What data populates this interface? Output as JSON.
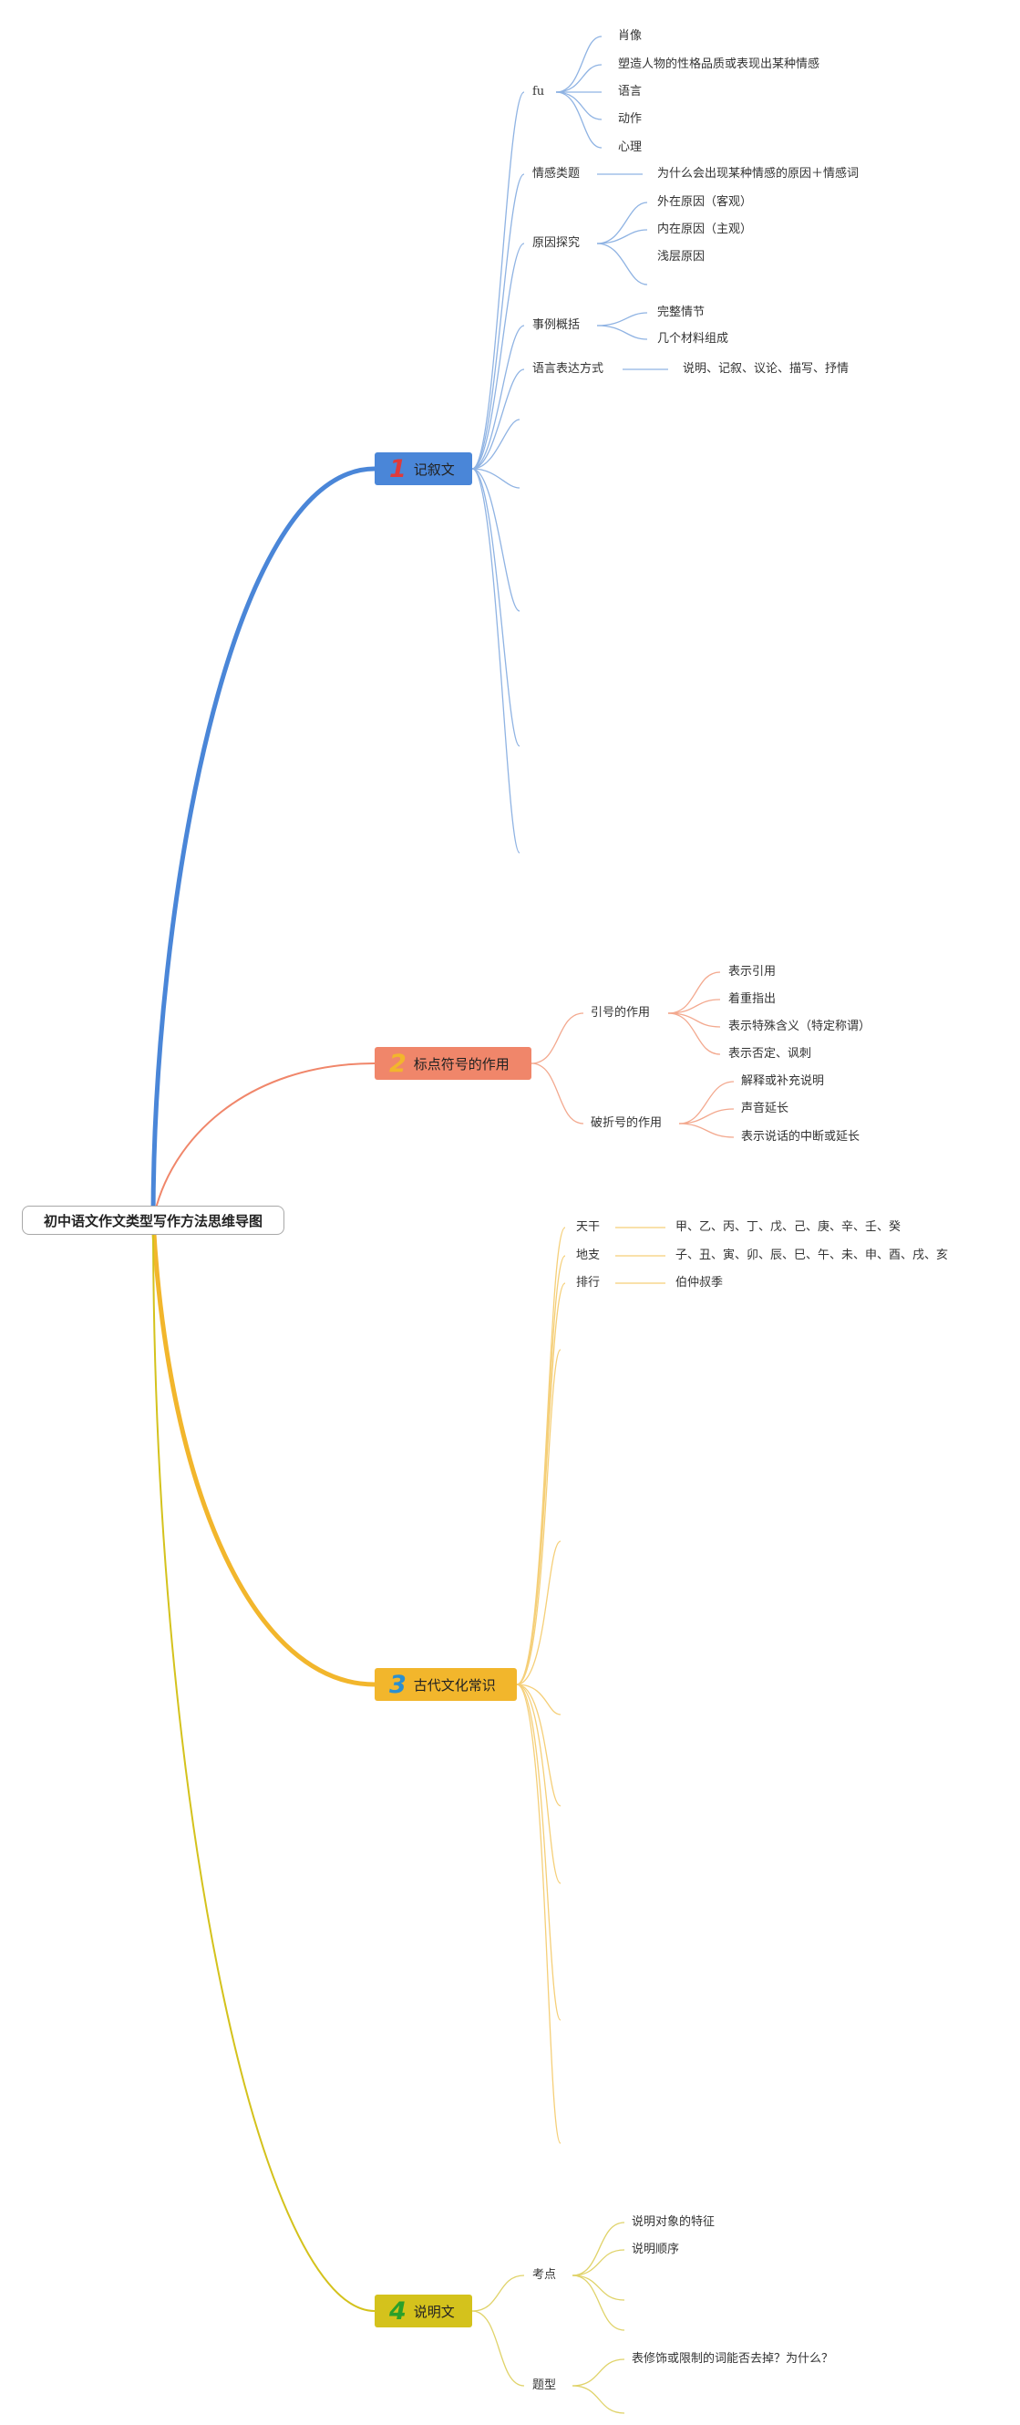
{
  "root": {
    "label": "初中语文作文类型写作方法思维导图"
  },
  "branches": [
    {
      "number": "1",
      "number_color": "#e03a3a",
      "label": "记叙文",
      "color": "#4a86d8",
      "children": [
        {
          "label": "fu",
          "children": [
            "肖像",
            "塑造人物的性格品质或表现出某种情感",
            "语言",
            "动作",
            "心理"
          ]
        },
        {
          "label": "情感类题",
          "children": [
            "为什么会出现某种情感的原因＋情感词"
          ]
        },
        {
          "label": "原因探究",
          "children": [
            "外在原因（客观）",
            "内在原因（主观）",
            "浅层原因"
          ]
        },
        {
          "label": "事例概括",
          "children": [
            "完整情节",
            "几个材料组成"
          ]
        },
        {
          "label": "语言表达方式",
          "children": [
            "说明、记叙、议论、描写、抒情"
          ]
        }
      ]
    },
    {
      "number": "2",
      "number_color": "#f2b62c",
      "label": "标点符号的作用",
      "color": "#f0866a",
      "children": [
        {
          "label": "引号的作用",
          "children": [
            "表示引用",
            "着重指出",
            "表示特殊含义（特定称谓）",
            "表示否定、讽刺"
          ]
        },
        {
          "label": "破折号的作用",
          "children": [
            "解释或补充说明",
            "声音延长",
            "表示说话的中断或延长"
          ]
        }
      ]
    },
    {
      "number": "3",
      "number_color": "#2a8fd0",
      "label": "古代文化常识",
      "color": "#f2b62c",
      "children": [
        {
          "label": "天干",
          "children": [
            "甲、乙、丙、丁、戊、己、庚、辛、壬、癸"
          ]
        },
        {
          "label": "地支",
          "children": [
            "子、丑、寅、卯、辰、巳、午、未、申、酉、戌、亥"
          ]
        },
        {
          "label": "排行",
          "children": [
            "伯仲叔季"
          ]
        }
      ]
    },
    {
      "number": "4",
      "number_color": "#2aa02a",
      "label": "说明文",
      "color": "#d4c21c",
      "children": [
        {
          "label": "考点",
          "children": [
            "说明对象的特征",
            "说明顺序"
          ]
        },
        {
          "label": "题型",
          "children": [
            "表修饰或限制的词能否去掉？为什么？"
          ]
        }
      ]
    }
  ]
}
